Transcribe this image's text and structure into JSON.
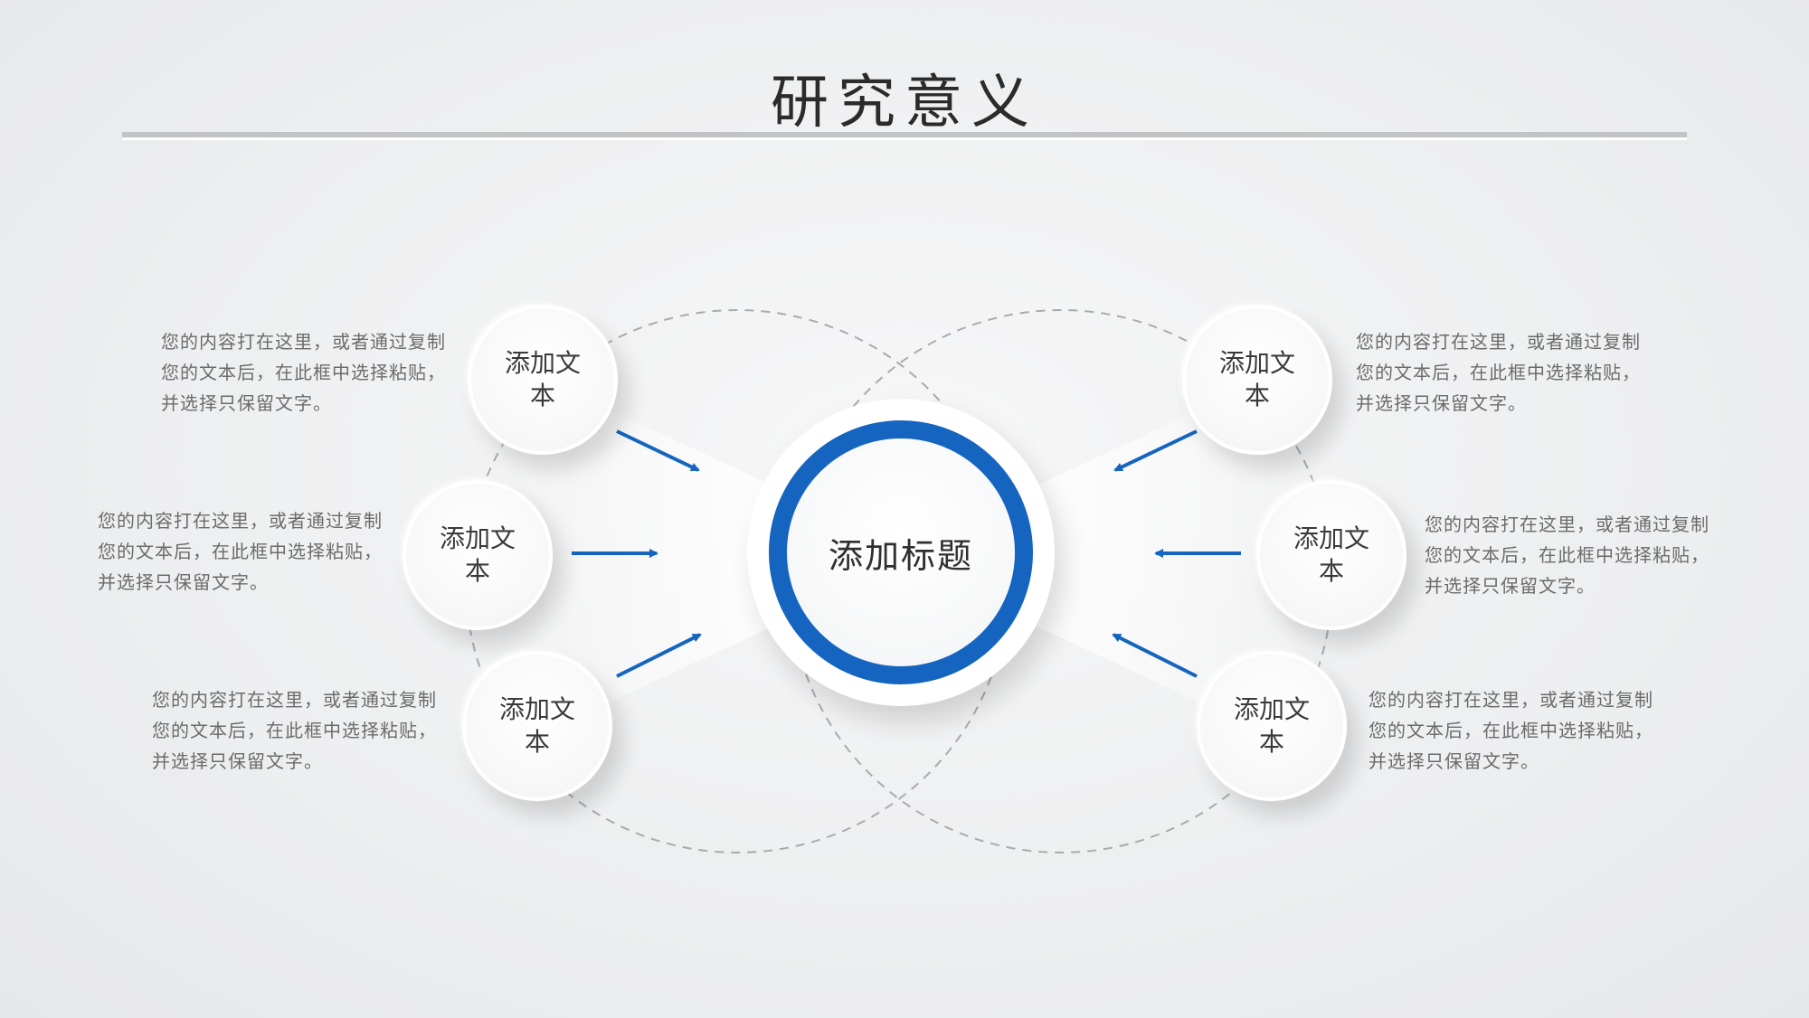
{
  "slide": {
    "title": "研究意义"
  },
  "center": {
    "label": "添加标题",
    "ring_color": "#1565c0"
  },
  "nodes": [
    {
      "label": "添加文本",
      "description": "您的内容打在这里，或者通过复制您的文本后，在此框中选择粘贴，并选择只保留文字。"
    },
    {
      "label": "添加文本",
      "description": "您的内容打在这里，或者通过复制您的文本后，在此框中选择粘贴，并选择只保留文字。"
    },
    {
      "label": "添加文本",
      "description": "您的内容打在这里，或者通过复制您的文本后，在此框中选择粘贴，并选择只保留文字。"
    },
    {
      "label": "添加文本",
      "description": "您的内容打在这里，或者通过复制您的文本后，在此框中选择粘贴，并选择只保留文字。"
    },
    {
      "label": "添加文本",
      "description": "您的内容打在这里，或者通过复制您的文本后，在此框中选择粘贴，并选择只保留文字。"
    },
    {
      "label": "添加文本",
      "description": "您的内容打在这里，或者通过复制您的文本后，在此框中选择粘贴，并选择只保留文字。"
    }
  ],
  "colors": {
    "accent": "#1565c0",
    "text": "#3a3a3a",
    "muted": "#6b6b6b"
  }
}
